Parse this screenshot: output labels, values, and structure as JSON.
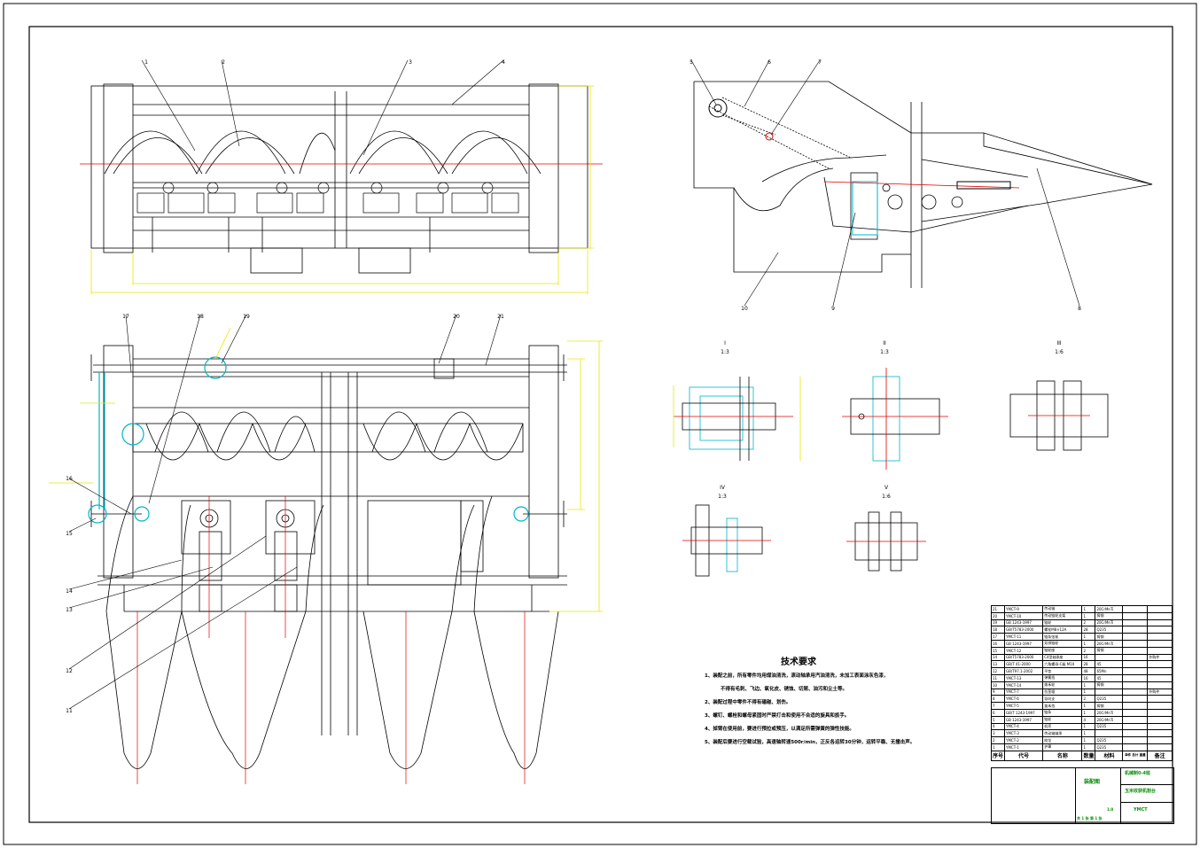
{
  "view_labels": {
    "section_I": "I",
    "section_I_scale": "1:3",
    "section_II": "II",
    "section_II_scale": "1:3",
    "section_III": "III",
    "section_III_scale": "1:6",
    "section_IV": "IV",
    "section_IV_scale": "1:3",
    "section_V": "V",
    "section_V_scale": "1:6"
  },
  "callouts": [
    "1",
    "2",
    "3",
    "4",
    "5",
    "6",
    "7",
    "8",
    "9",
    "10",
    "11",
    "12",
    "13",
    "14",
    "15",
    "16",
    "17",
    "18",
    "19",
    "20",
    "21"
  ],
  "tech": {
    "title": "技术要求",
    "items": [
      "1、装配之前，所有零件均用煤油清洗，滚动轴承用汽油清洗，未加工表面涂灰色漆，",
      "不得有毛刺、飞边、氧化皮、锈蚀、切屑、油污和尘土等。",
      "2、装配过程中零件不得有磕碰、划伤。",
      "3、螺钉、螺栓和螺母紧固时严禁打击和使用不合适的旋具和扳手。",
      "4、掉臂在使用前，要进行预拉或预压，以满足所需弹簧的弹性技能。",
      "5、装配后要进行空载试验，高速轴转速500r/min，正反各运转30分钟，运转平稳、无撞击声。"
    ]
  },
  "bom": {
    "rows": [
      [
        "21",
        "YMCT-9",
        "传动轴",
        "1",
        "20CrMnTi",
        ""
      ],
      [
        "20",
        "YMCT-10",
        "传动链轮支架",
        "1",
        "铸钢",
        ""
      ],
      [
        "19",
        "GB 1243-1997",
        "链轮",
        "2",
        "20CrMnTi",
        ""
      ],
      [
        "18",
        "GB/T5783-2000",
        "螺栓M8×12A",
        "28",
        "Q235",
        ""
      ],
      [
        "17",
        "YMCT-11",
        "链条张紧",
        "1",
        "铸钢",
        ""
      ],
      [
        "16",
        "GB 1243-1997",
        "双排链轮",
        "1",
        "20CrMnTi",
        ""
      ],
      [
        "15",
        "YMCT-12",
        "链轮座",
        "2",
        "铸钢",
        ""
      ],
      [
        "14",
        "GB/T5783-2000",
        "C4型轴承座",
        "16",
        "",
        "外购件"
      ],
      [
        "13",
        "GB/T 41-2000",
        "六角螺母-C级 M10",
        "28",
        "45",
        ""
      ],
      [
        "12",
        "GB/T97.1-2002",
        "平垫",
        "48",
        "65Mn",
        ""
      ],
      [
        "11",
        "YMCT-13",
        "弹簧挡",
        "16",
        "45",
        ""
      ],
      [
        "10",
        "YMCT-14",
        "拨禾轮",
        "1",
        "铸钢",
        ""
      ],
      [
        "9",
        "YMCT-7",
        "拉茎辊",
        "1",
        "",
        "外购件"
      ],
      [
        "8",
        "YMCT-6",
        "导向支",
        "2",
        "Q235",
        ""
      ],
      [
        "7",
        "YMCT-5",
        "拔禾挡",
        "1",
        "铸钢",
        ""
      ],
      [
        "6",
        "GB/T 1243-1997",
        "链条",
        "1",
        "20CrMnTi",
        ""
      ],
      [
        "5",
        "GB 1243-1997",
        "链轮",
        "4",
        "20CrMnTi",
        ""
      ],
      [
        "4",
        "YMCT-4",
        "机壳",
        "1",
        "Q235",
        ""
      ],
      [
        "3",
        "YMCT-3",
        "传动轴轴承",
        "1",
        "",
        ""
      ],
      [
        "2",
        "YMCT-2",
        "绞龙",
        "1",
        "Q235",
        ""
      ],
      [
        "1",
        "YMCT-1",
        "护罩",
        "1",
        "Q235",
        ""
      ]
    ],
    "header": [
      "序号",
      "代号",
      "名称",
      "数量",
      "材料",
      "单件 总计 重量",
      "备注"
    ]
  },
  "title_block": {
    "drawing_name": "装配图",
    "group": "机械制0-4班",
    "product": "玉米收获机割台",
    "code": "YMCT",
    "scale": "1:8",
    "sheet": "共 1 张 第 1 张"
  },
  "colors": {
    "frame": "#000000",
    "centerline": "#e00000",
    "dimension": "#e8e800",
    "part_cyan": "#00b4c8",
    "part_blue": "#0000d0",
    "title_green": "#0b8f0b"
  }
}
